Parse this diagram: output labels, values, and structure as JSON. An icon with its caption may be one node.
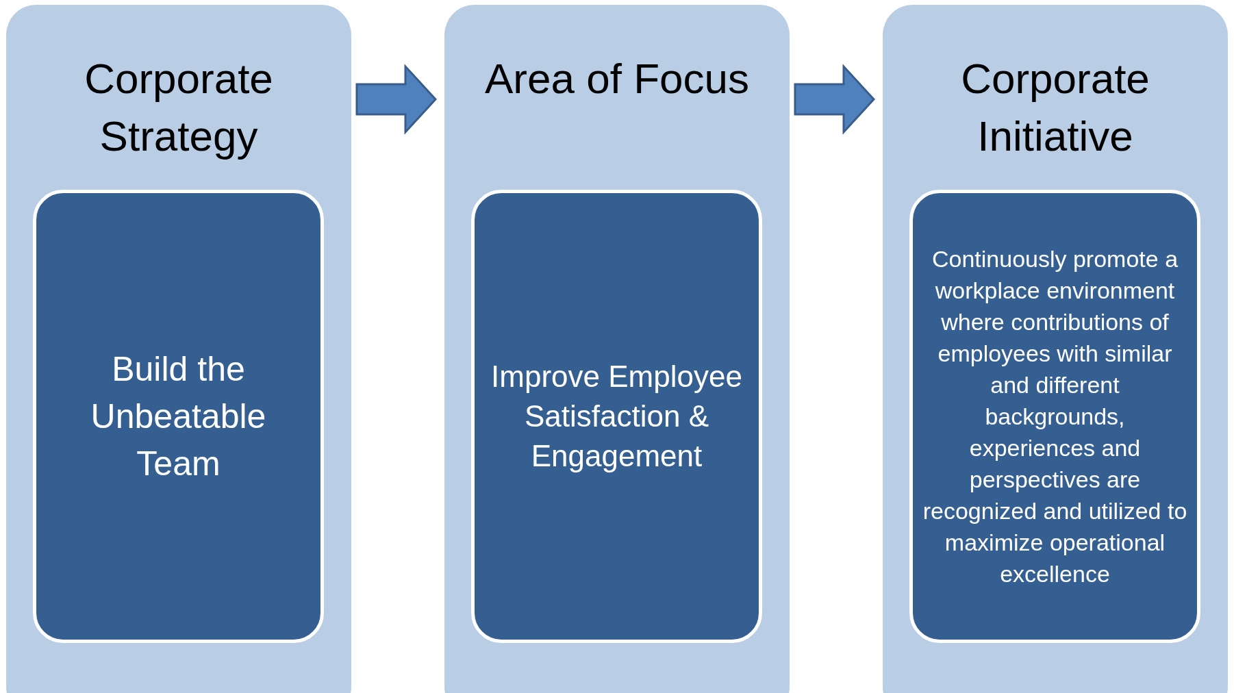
{
  "diagram": {
    "nodes": [
      {
        "text": [
          "Corporate Strategy"
        ]
      },
      {
        "text": [
          "Build the Unbeatable Team"
        ],
        "in": 0
      },
      {
        "text": [
          "Area of Focus"
        ]
      },
      {
        "text": [
          "Improve Employee Satisfaction & Engagement"
        ],
        "in": 2
      },
      {
        "text": [
          "Corporate Initiative"
        ]
      },
      {
        "text": [
          "Continuously promote a workplace environment where contributions of employees with similar and different backgrounds, experiences and perspectives are recognized and utilized to maximize operational excellence"
        ],
        "in": 4
      }
    ],
    "edges": [
      {
        "from": 0,
        "to": 2,
        "arrow": "to"
      },
      {
        "from": 2,
        "to": 4,
        "arrow": "to"
      }
    ]
  }
}
